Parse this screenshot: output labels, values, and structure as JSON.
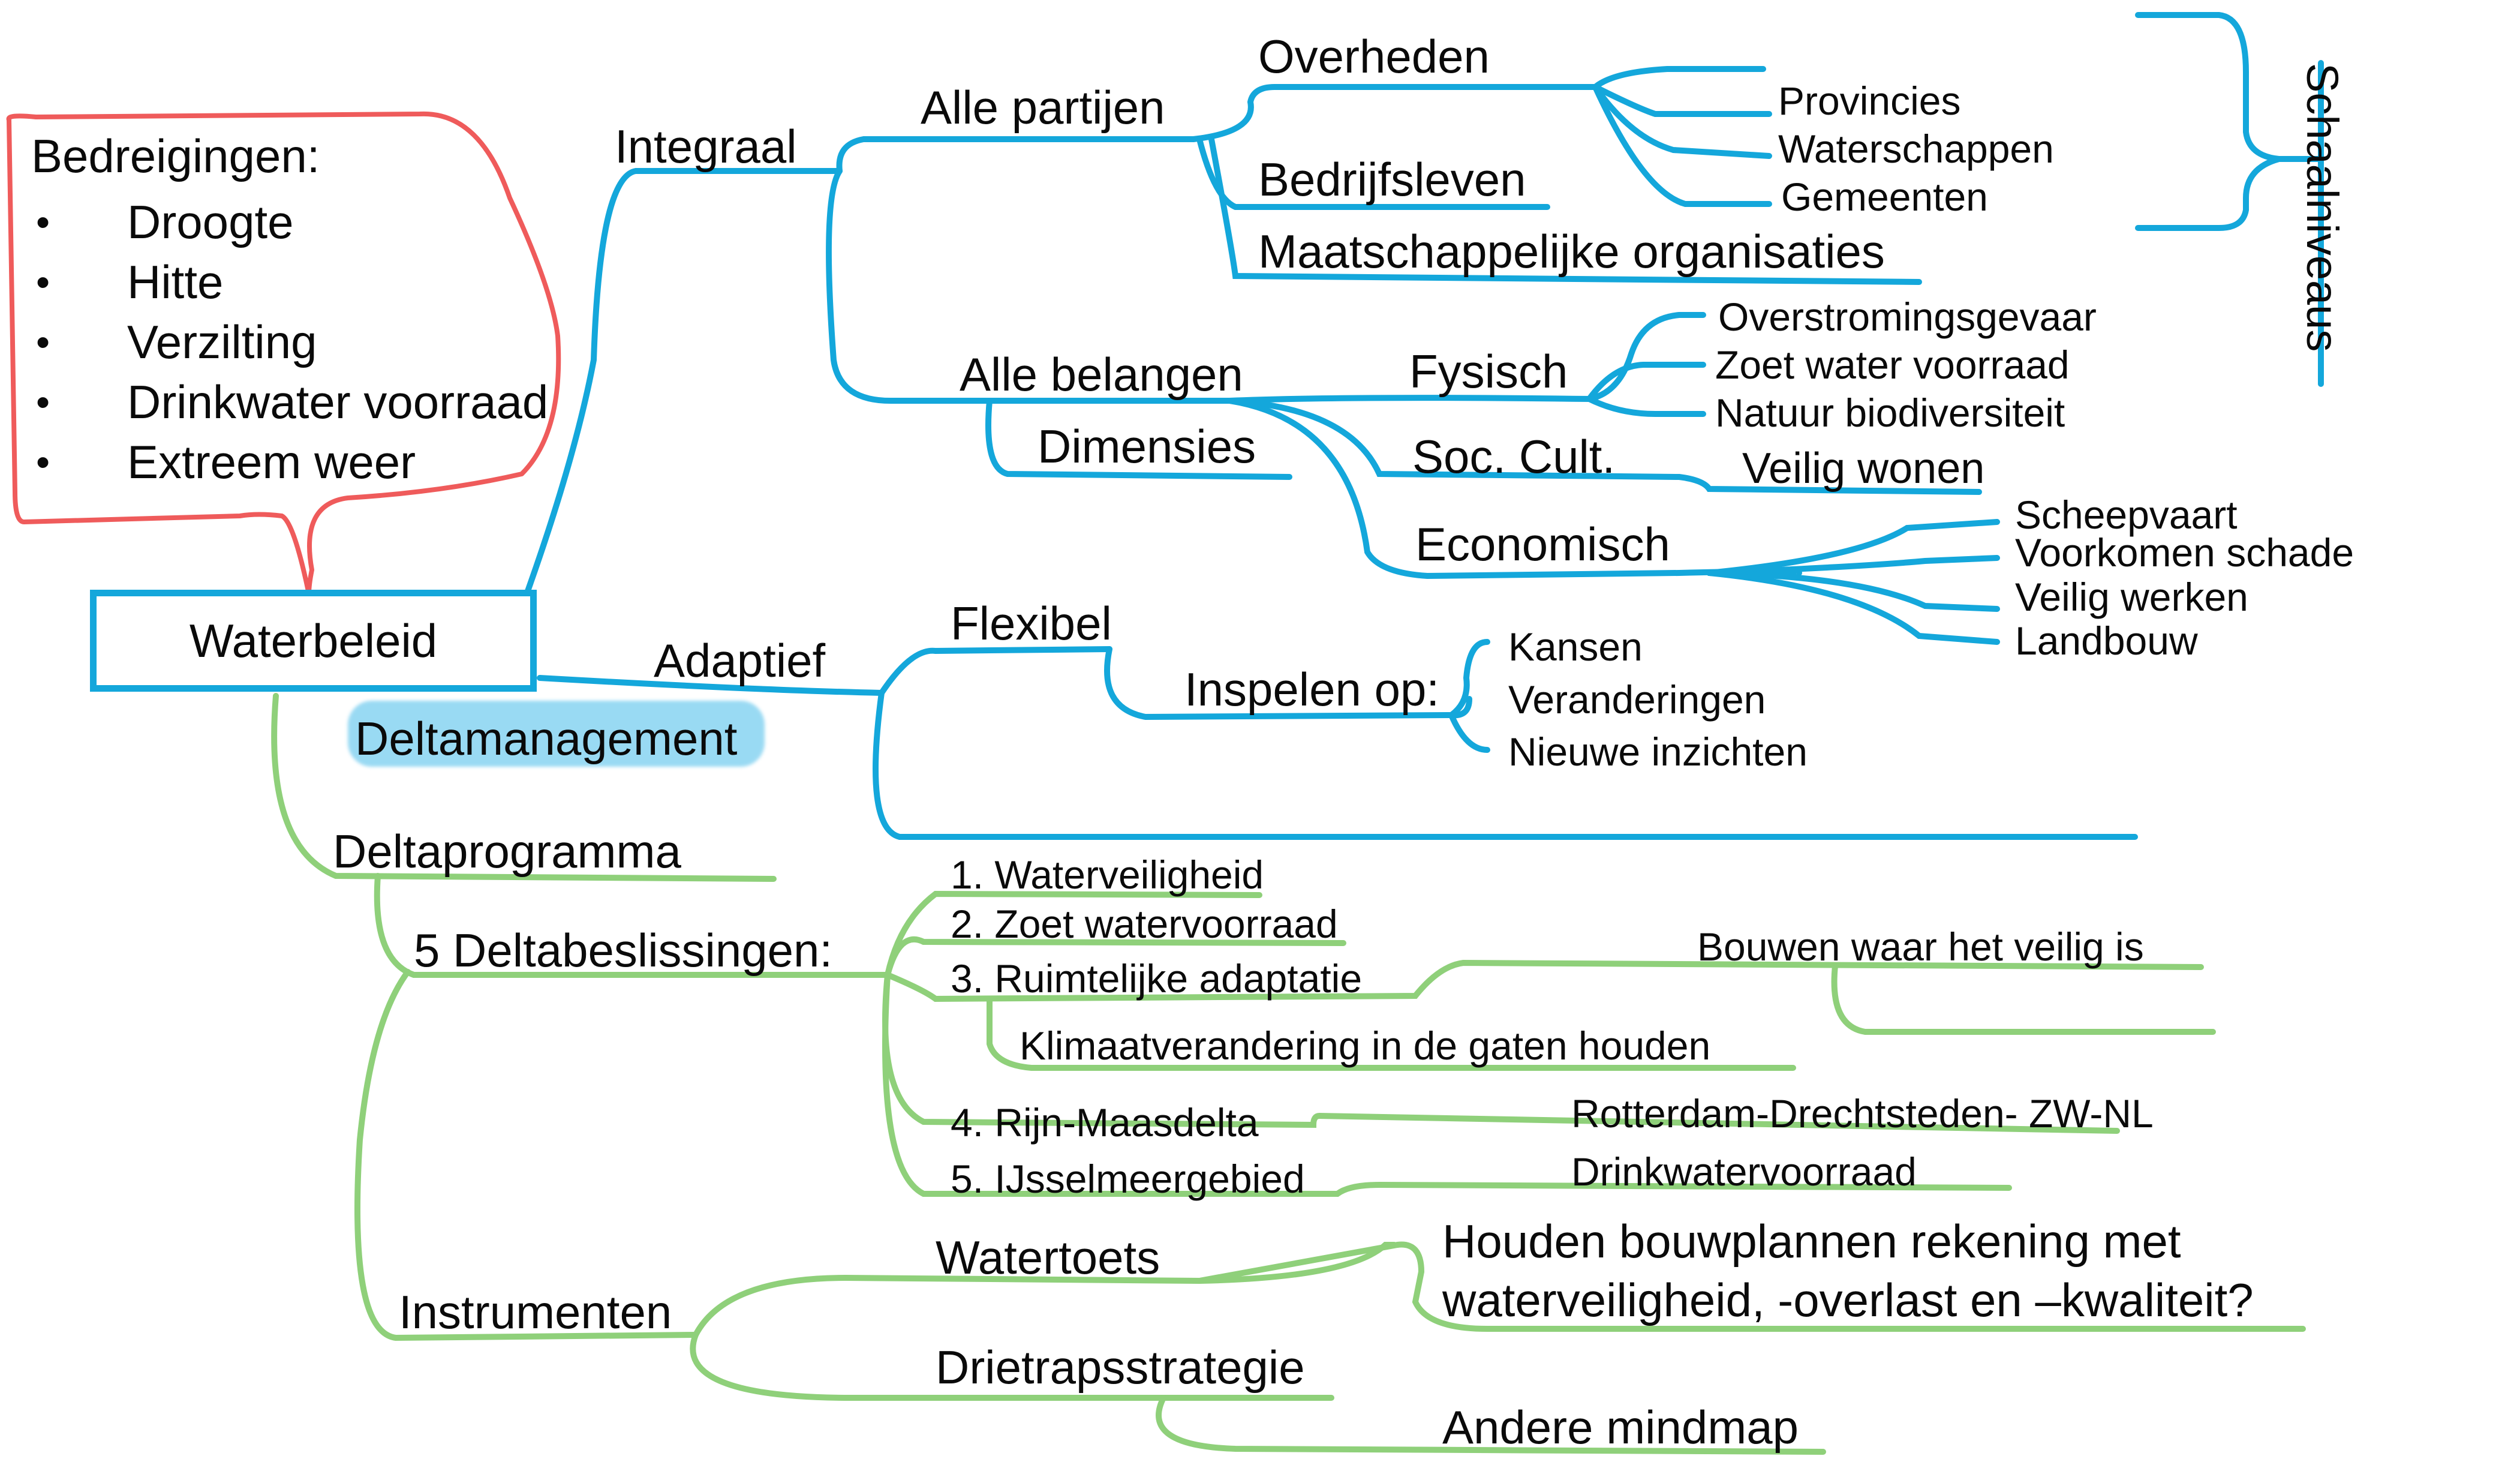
{
  "colors": {
    "blue": "#14a7db",
    "green": "#8fd07a",
    "red": "#ef5b5b",
    "highlight": "#8fd6f2"
  },
  "root": {
    "label": "Waterbeleid",
    "subtitle": "Deltamanagement"
  },
  "threats": {
    "title": "Bedreigingen:",
    "items": [
      "Droogte",
      "Hitte",
      "Verzilting",
      "Drinkwater voorraad",
      "Extreem weer"
    ]
  },
  "blue_branch": {
    "integraal": "Integraal",
    "alle_partijen": "Alle partijen",
    "overheden": "Overheden",
    "overheden_items": [
      "Provincies",
      "Waterschappen",
      "Gemeenten"
    ],
    "schaalniveaus": "Schaalniveaus",
    "bedrijfsleven": "Bedrijfsleven",
    "maatschappelijke": "Maatschappelijke organisaties",
    "alle_belangen": "Alle belangen",
    "dimensies": "Dimensies",
    "fysisch": "Fysisch",
    "fysisch_items": [
      "Overstromingsgevaar",
      "Zoet water voorraad",
      "Natuur biodiversiteit"
    ],
    "soc_cult": "Soc. Cult.",
    "veilig_wonen": "Veilig wonen",
    "economisch": "Economisch",
    "economisch_items": [
      "Scheepvaart",
      "Voorkomen schade",
      "Veilig werken",
      "Landbouw"
    ],
    "adaptief": "Adaptief",
    "flexibel": "Flexibel",
    "inspelen": "Inspelen op:",
    "inspelen_items": [
      "Kansen",
      "Veranderingen",
      "Nieuwe inzichten"
    ]
  },
  "green_branch": {
    "deltaprogramma": "Deltaprogramma",
    "deltabeslissingen": "5 Deltabeslissingen:",
    "items": [
      "1. Waterveiligheid",
      "2. Zoet watervoorraad",
      "3. Ruimtelijke adaptatie",
      "4. Rijn-Maasdelta",
      "5. IJsselmeergebied"
    ],
    "bouwen": "Bouwen waar het veilig is",
    "klimaat": "Klimaatverandering in de gaten houden",
    "rotterdam": "Rotterdam-Drechtsteden- ZW-NL",
    "drinkwater": "Drinkwatervoorraad",
    "instrumenten": "Instrumenten",
    "watertoets": "Watertoets",
    "houden_line1": "Houden bouwplannen rekening met",
    "houden_line2": "waterveiligheid, -overlast en –kwaliteit?",
    "drietraps": "Drietrapsstrategie",
    "andere": "Andere mindmap"
  }
}
